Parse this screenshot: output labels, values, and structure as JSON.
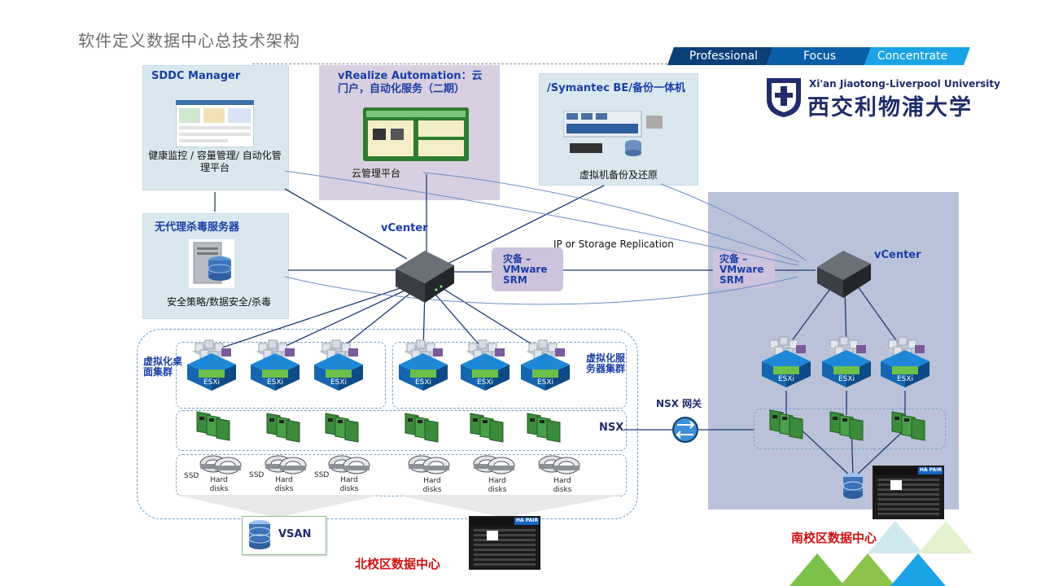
{
  "title": "软件定义数据中心总技术架构",
  "banner": [
    "Professional",
    "Focus",
    "Concentrate"
  ],
  "university": {
    "en": "Xi'an Jiaotong-Liverpool University",
    "cn": "西交利物浦大学"
  },
  "sddc": {
    "title": "SDDC Manager",
    "caption": "健康监控 / 容量管理/ 自动化管理平台"
  },
  "vra": {
    "title": "vRealize Automation：云门户，自动化服务（二期）",
    "caption": "云管理平台"
  },
  "symantec": {
    "title": "/Symantec BE/备份一体机",
    "caption": "虚拟机备份及还原"
  },
  "antivirus": {
    "title": "无代理杀毒服务器",
    "caption": "安全策略/数据安全/杀毒"
  },
  "vcenter_north": "vCenter",
  "vcenter_south": "vCenter",
  "replication": "IP or Storage Replication",
  "srm_north": "灾备 – VMware SRM",
  "srm_south": "灾备 – VMware SRM",
  "vdi_cluster": "虚拟化桌面集群",
  "server_cluster": "虚拟化服务器集群",
  "esxi": "ESXi",
  "nsx_gateway": "NSX 网关",
  "nsx": "NSX",
  "ssd": "SSD",
  "hard_disks": "Hard disks",
  "vsan": "VSAN",
  "ha_pair": "HA PAIR",
  "north_dc": "北校区数据中心",
  "south_dc": "南校区数据中心",
  "colors": {
    "accent": "#1a3ea8",
    "red": "#d01010",
    "banner": "#0b5fa8",
    "panel": "#d9e8ef",
    "srm": "#cdc3dd",
    "south_bg": "#b9c2d8"
  }
}
